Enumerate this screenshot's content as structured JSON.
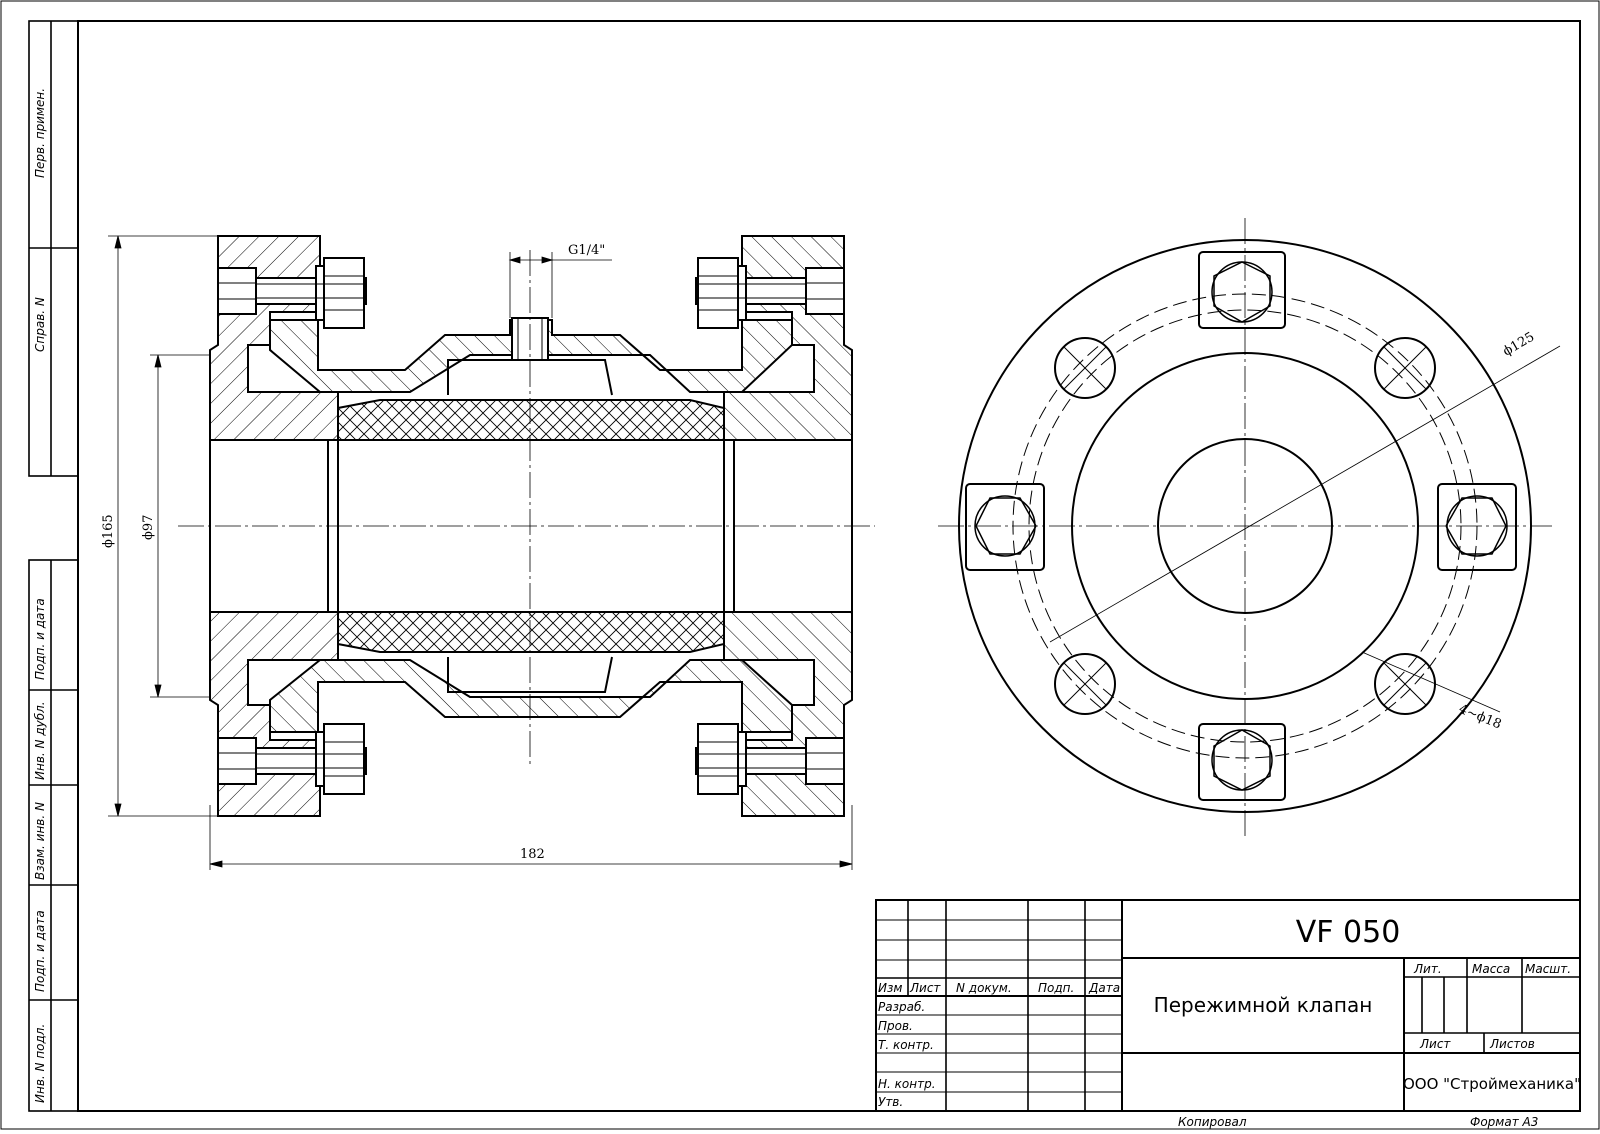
{
  "title_block": {
    "designation": "VF 050",
    "name": "Пережимной клапан",
    "organization": "ООО \"Строймеханика\"",
    "copied_label": "Копировал",
    "format_label": "Формат А3",
    "col_izm": "Изм",
    "col_list": "Лист",
    "col_ndoc": "N докум.",
    "col_podp": "Подп.",
    "col_data": "Дата",
    "row_razrab": "Разраб.",
    "row_prov": "Пров.",
    "row_tkontr": "Т. контр.",
    "row_nkontr": "Н. контр.",
    "row_utv": "Утв.",
    "lit": "Лит.",
    "massa": "Масса",
    "masshtab": "Масшт.",
    "sheet": "Лист",
    "sheets": "Листов"
  },
  "side_stamp": {
    "perv_primen": "Перв. примен.",
    "sprav_n": "Справ. N",
    "podp_data_1": "Подп. и дата",
    "inv_dubl": "Инв. N дубл.",
    "vzam_inv": "Взам. инв. N",
    "podp_data_2": "Подп. и дата",
    "inv_podl": "Инв. N подл."
  },
  "dimensions": {
    "thread": "G1/4\"",
    "outer_diameter": "ϕ165",
    "inner_diameter": "ϕ97",
    "length": "182",
    "bolt_circle": "ϕ125",
    "holes": "4~ϕ18"
  },
  "colors": {
    "line": "#000000",
    "background": "#ffffff"
  }
}
